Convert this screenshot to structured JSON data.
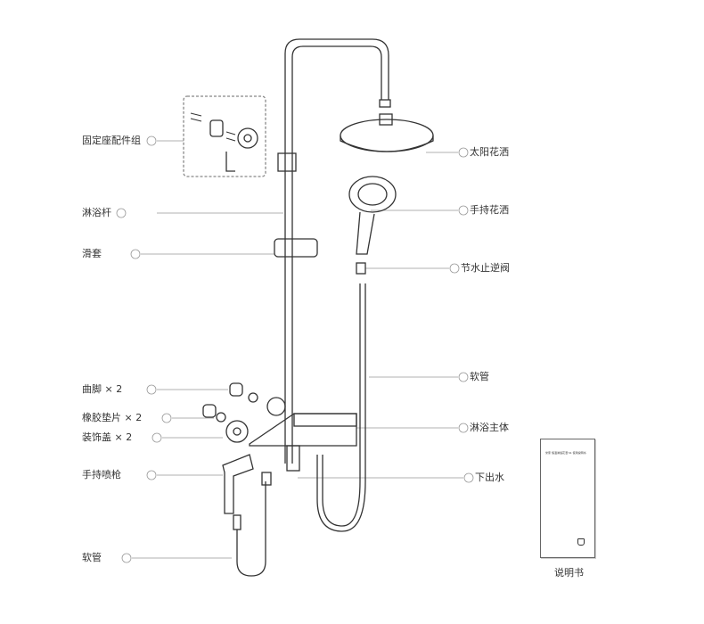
{
  "left_labels": [
    "固定座配件组",
    "淋浴杆",
    "滑套",
    "曲脚 × 2",
    "橡胶垫片 × 2",
    "装饰盖 × 2",
    "手持喷枪",
    "软管"
  ],
  "right_labels": [
    "太阳花洒",
    "手持花洒",
    "节水止逆阀",
    "软管",
    "淋浴主体",
    "下出水"
  ],
  "manual": {
    "cover_text": "米家 恒温淋浴花洒 S1 使用说明书",
    "caption": "说明书"
  },
  "colors": {
    "line": "#333333",
    "leader": "#999999"
  }
}
